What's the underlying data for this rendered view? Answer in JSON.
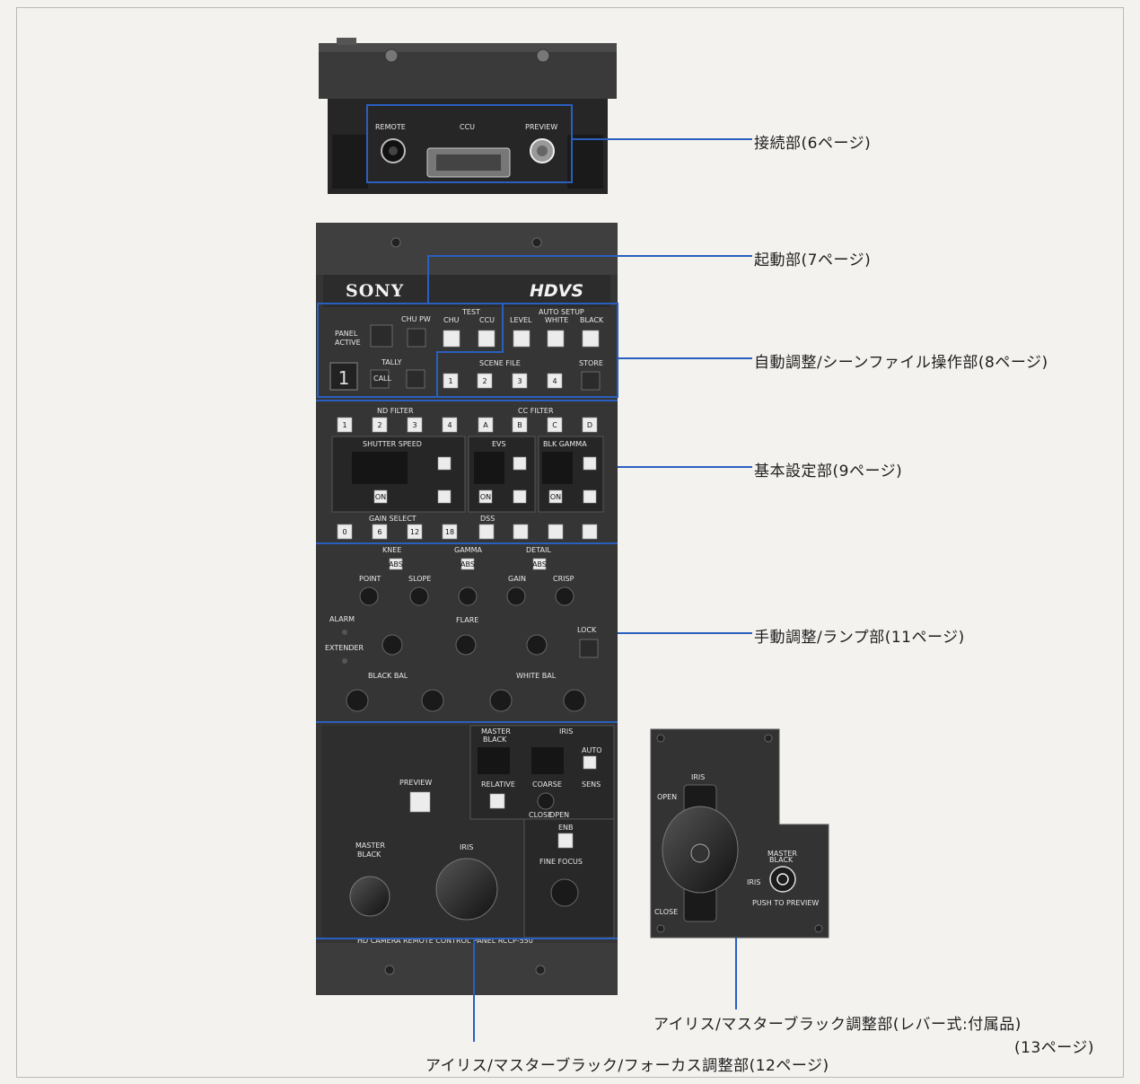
{
  "callouts": {
    "connection": "接続部(6ページ)",
    "startup": "起動部(7ページ)",
    "auto_scene": "自動調整/シーンファイル操作部(8ページ)",
    "basic": "基本設定部(9ページ)",
    "manual_lamp": "手動調整/ランプ部(11ページ)",
    "lever_line1": "アイリス/マスターブラック調整部(レバー式:付属品)",
    "lever_line2": "(13ページ)",
    "iris_focus": "アイリス/マスターブラック/フォーカス調整部(12ページ)"
  },
  "panel": {
    "brand": "SONY",
    "logo": "HDVS",
    "connectors": {
      "remote": "REMOTE",
      "ccu": "CCU",
      "preview": "PREVIEW"
    },
    "startup": {
      "panel_active": [
        "PANEL",
        "ACTIVE"
      ],
      "chu_pw": "CHU PW",
      "tally": "TALLY",
      "call": "CALL",
      "number": "1"
    },
    "test": {
      "title": "TEST",
      "chu": "CHU",
      "ccu": "CCU"
    },
    "auto_setup": {
      "title": "AUTO SETUP",
      "level": "LEVEL",
      "white": "WHITE",
      "black": "BLACK"
    },
    "scene_file": {
      "title": "SCENE FILE",
      "store": "STORE",
      "buttons": [
        "1",
        "2",
        "3",
        "4"
      ]
    },
    "nd_filter": {
      "title": "ND FILTER",
      "buttons": [
        "1",
        "2",
        "3",
        "4"
      ]
    },
    "cc_filter": {
      "title": "CC FILTER",
      "buttons": [
        "A",
        "B",
        "C",
        "D"
      ]
    },
    "shutter": {
      "title": "SHUTTER SPEED",
      "on": "ON"
    },
    "evs": {
      "title": "EVS",
      "on": "ON"
    },
    "blk_gamma": {
      "title": "BLK GAMMA",
      "on": "ON"
    },
    "gain_select": {
      "title": "GAIN SELECT",
      "buttons": [
        "0",
        "6",
        "12",
        "18"
      ]
    },
    "dss": "DSS",
    "knee": {
      "title": "KNEE",
      "abs": "ABS",
      "point": "POINT",
      "slope": "SLOPE"
    },
    "gamma": {
      "title": "GAMMA",
      "abs": "ABS"
    },
    "detail": {
      "title": "DETAIL",
      "abs": "ABS",
      "gain": "GAIN",
      "crisp": "CRISP"
    },
    "alarm": "ALARM",
    "extender": "EXTENDER",
    "flare": "FLARE",
    "lock": "LOCK",
    "black_bal": "BLACK BAL",
    "white_bal": "WHITE BAL",
    "master_black": [
      "MASTER",
      "BLACK"
    ],
    "iris": "IRIS",
    "auto": "AUTO",
    "relative": "RELATIVE",
    "coarse": "COARSE",
    "close": "CLOSE",
    "open": "OPEN",
    "sens": "SENS",
    "enb": "ENB",
    "fine_focus": "FINE FOCUS",
    "preview_btn": "PREVIEW",
    "bottom_text": "HD CAMERA REMOTE CONTROL PANEL RCCP-550"
  },
  "lever_unit": {
    "iris": "IRIS",
    "open": "OPEN",
    "close": "CLOSE",
    "master_black": [
      "MASTER",
      "BLACK"
    ],
    "iris_side": "IRIS",
    "push_to_preview": "PUSH TO PREVIEW"
  },
  "colors": {
    "callout_line": "#2a5fbf",
    "panel": "#353535",
    "panel_top": "#3d3d3d"
  }
}
